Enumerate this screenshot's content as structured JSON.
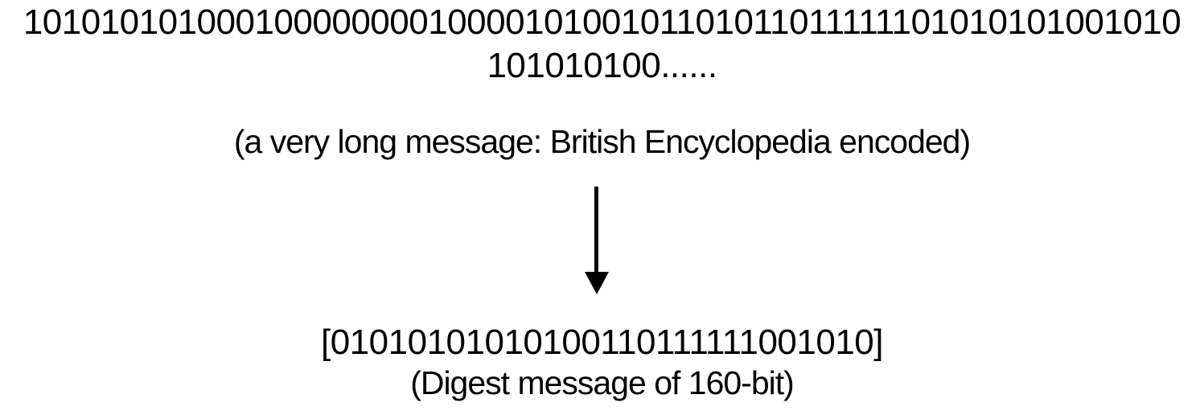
{
  "figure": {
    "message": {
      "binary_line1": "1010101010001000000001000010100101101011011111101010101001010",
      "binary_line2": "101010100......",
      "caption": "(a very long message: British Encyclopedia encoded)"
    },
    "arrow": {
      "direction": "down",
      "color": "#000000"
    },
    "digest": {
      "value": "[01010101010100110111111001010]",
      "caption": "(Digest message of 160-bit)"
    },
    "colors": {
      "text": "#000000",
      "background": "#ffffff"
    }
  }
}
